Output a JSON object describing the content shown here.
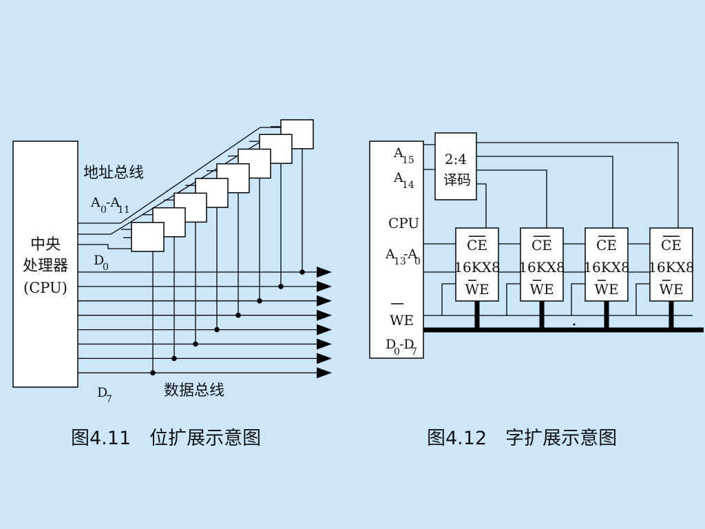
{
  "fig1": {
    "cpu_line1": "中央",
    "cpu_line2": "处理器",
    "cpu_line3": "(CPU)",
    "address_bus": "地址总线",
    "addr_A": "A",
    "addr_sub0": "0",
    "addr_dash": "-A",
    "addr_sub11": "11",
    "d0_D": "D",
    "d0_sub": "0",
    "d7_D": "D",
    "d7_sub": "7",
    "data_bus": "数据总线",
    "caption": "图4.11　位扩展示意图"
  },
  "fig2": {
    "a15_A": "A",
    "a15_sub": "15",
    "a14_A": "A",
    "a14_sub": "14",
    "cpu": "CPU",
    "a13_A": "A",
    "a13_sub": "13",
    "a13_dash": "-A",
    "a13_sub0": "0",
    "we": "WE",
    "d_D": "D",
    "d_sub0": "0",
    "d_dash": "-D",
    "d_sub7": "7",
    "decoder_line1": "2:4",
    "decoder_line2": "译码",
    "chips": [
      {
        "ce": "CE",
        "size": "16KX8",
        "we": "WE"
      },
      {
        "ce": "CE",
        "size": "16KX8",
        "we": "WE"
      },
      {
        "ce": "CE",
        "size": "16KX8",
        "we": "WE"
      },
      {
        "ce": "CE",
        "size": "16KX8",
        "we": "WE"
      }
    ],
    "caption": "图4.12　字扩展示意图"
  }
}
